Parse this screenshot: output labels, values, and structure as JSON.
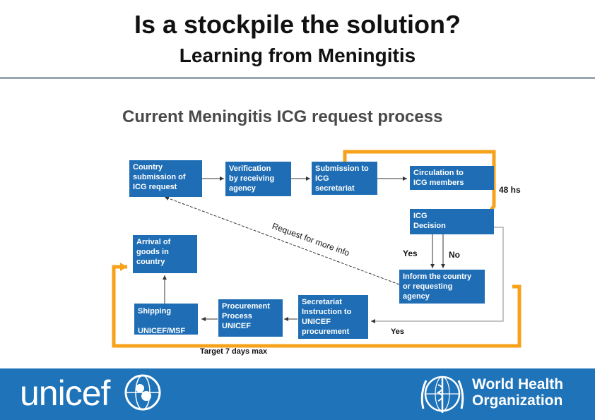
{
  "header": {
    "title": "Is a stockpile the solution?",
    "subtitle": "Learning from Meningitis"
  },
  "diagram": {
    "title": "Current Meningitis ICG request process",
    "boxes": {
      "country_submission": "Country\nsubmission of\nICG request",
      "verification": "Verification\nby receiving\nagency",
      "submission_secretariat": "Submission to\nICG\nsecretariat",
      "circulation": "Circulation to\nICG members",
      "icg_decision": "ICG\nDecision",
      "inform_country": "Inform the country\nor requesting\nagency",
      "secretariat_instruction": "Secretariat\nInstruction to\nUNICEF\nprocurement",
      "procurement": "Procurement\nProcess\nUNICEF",
      "shipping": "Shipping\n\nUNICEF/MSF",
      "arrival": "Arrival of\ngoods in\ncountry"
    },
    "labels": {
      "hours": "48 hs",
      "request_more_info": "Request for more info",
      "yes_decision": "Yes",
      "no_decision": "No",
      "yes_bottom": "Yes",
      "target": "Target  7 days max"
    },
    "colors": {
      "box": "#1f6eb5",
      "arrow_orange": "#f7a21b"
    }
  },
  "footer": {
    "unicef_logo_text": "unicef",
    "who_name": "World Health\nOrganization",
    "background": "#1f73b8"
  }
}
